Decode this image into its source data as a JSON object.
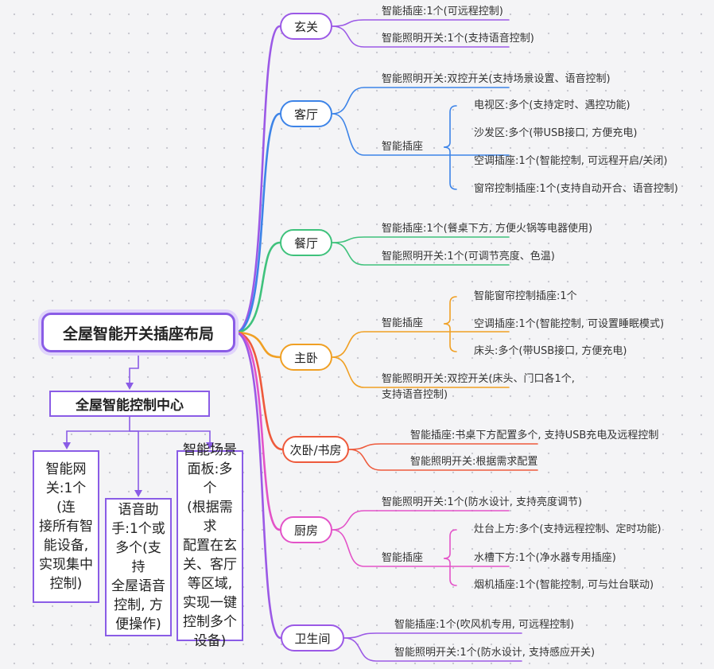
{
  "root": "全屋智能开关插座布局",
  "control_center": {
    "title": "全屋智能控制中心",
    "items": [
      "智能网\n关:1个(连\n接所有智\n能设备,\n实现集中\n控制)",
      "语音助\n手:1个或\n多个(支持\n全屋语音\n控制, 方\n便操作)",
      "智能场景\n面板:多个\n(根据需求\n配置在玄\n关、客厅\n等区域,\n实现一键\n控制多个\n设备)"
    ]
  },
  "rooms": [
    {
      "name": "玄关",
      "color": "#9b59e6",
      "items": [
        {
          "text": "智能插座:1个(可远程控制)"
        },
        {
          "text": "智能照明开关:1个(支持语音控制)"
        }
      ]
    },
    {
      "name": "客厅",
      "color": "#3d84e8",
      "items": [
        {
          "text": "智能照明开关:双控开关(支持场景设置、语音控制)"
        },
        {
          "text": "智能插座",
          "children": [
            "电视区:多个(支持定时、遇控功能)",
            "沙发区:多个(带USB接口, 方便充电)",
            "空调插座:1个(智能控制, 可远程开启/关闭)",
            "窗帘控制插座:1个(支持自动开合、语音控制)"
          ]
        }
      ]
    },
    {
      "name": "餐厅",
      "color": "#3fc27c",
      "items": [
        {
          "text": "智能插座:1个(餐桌下方, 方便火锅等电器使用)"
        },
        {
          "text": "智能照明开关:1个(可调节亮度、色温)"
        }
      ]
    },
    {
      "name": "主卧",
      "color": "#f0a024",
      "items": [
        {
          "text": "智能插座",
          "children": [
            "智能窗帘控制插座:1个",
            "空调插座:1个(智能控制, 可设置睡眠模式)",
            "床头:多个(带USB接口, 方便充电)"
          ]
        },
        {
          "text": "智能照明开关:双控开关(床头、门口各1个,",
          "text2": "支持语音控制)"
        }
      ]
    },
    {
      "name": "次卧/书房",
      "color": "#ee5a3c",
      "items": [
        {
          "text": "智能插座:书桌下方配置多个, 支持USB充电及远程控制"
        },
        {
          "text": "智能照明开关:根据需求配置"
        }
      ]
    },
    {
      "name": "厨房",
      "color": "#e353c8",
      "items": [
        {
          "text": "智能照明开关:1个(防水设计, 支持亮度调节)"
        },
        {
          "text": "智能插座",
          "children": [
            "灶台上方:多个(支持远程控制、定时功能)",
            "水槽下方:1个(净水器专用插座)",
            "烟机插座:1个(智能控制, 可与灶台联动)"
          ]
        }
      ]
    },
    {
      "name": "卫生间",
      "color": "#9b59e6",
      "items": [
        {
          "text": "智能插座:1个(吹风机专用, 可远程控制)"
        },
        {
          "text": "智能照明开关:1个(防水设计, 支持感应开关)"
        }
      ]
    }
  ]
}
